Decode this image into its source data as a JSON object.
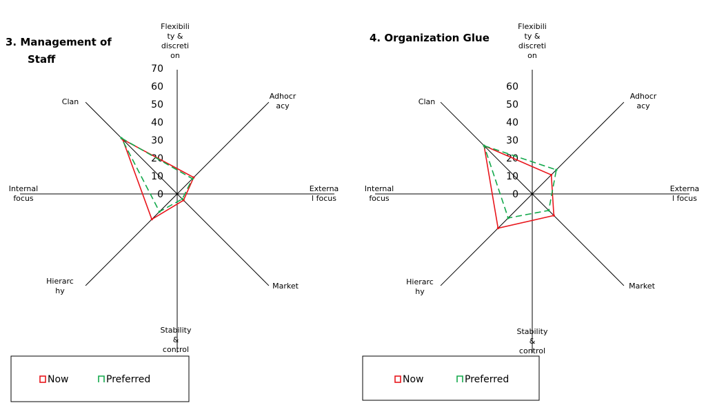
{
  "chart_data": [
    {
      "type": "radar",
      "title": "3. Management of Staff",
      "axes": [
        {
          "key": "flex",
          "label": [
            "Flexibili",
            "ty &",
            "discreti",
            "on"
          ],
          "angle": 90
        },
        {
          "key": "adhoc",
          "label": [
            "Adhocr",
            "acy"
          ],
          "angle": 45
        },
        {
          "key": "ext",
          "label": [
            "Externa",
            "l focus"
          ],
          "angle": 0
        },
        {
          "key": "market",
          "label": [
            "Market"
          ],
          "angle": -45
        },
        {
          "key": "stab",
          "label": [
            "Stability",
            "&",
            "control"
          ],
          "angle": -90
        },
        {
          "key": "hier",
          "label": [
            "Hierarc",
            "hy"
          ],
          "angle": -135
        },
        {
          "key": "int",
          "label": [
            "Internal",
            "focus"
          ],
          "angle": 180
        },
        {
          "key": "clan",
          "label": [
            "Clan"
          ],
          "angle": 135
        }
      ],
      "ticks": [
        0,
        10,
        20,
        30,
        40,
        50,
        60,
        70
      ],
      "rmax": 70,
      "series": [
        {
          "name": "Now",
          "color": "#e8151b",
          "dash": false,
          "points": [
            {
              "axis": "clan",
              "value": 43
            },
            {
              "axis": "adhoc",
              "value": 13
            },
            {
              "axis": "market",
              "value": 5
            },
            {
              "axis": "hier",
              "value": 20
            }
          ]
        },
        {
          "name": "Preferred",
          "color": "#12a84a",
          "dash": true,
          "points": [
            {
              "axis": "clan",
              "value": 44
            },
            {
              "axis": "adhoc",
              "value": 12
            },
            {
              "axis": "market",
              "value": 4
            },
            {
              "axis": "hier",
              "value": 14
            }
          ]
        }
      ],
      "legend": {
        "position": "bottom-left"
      }
    },
    {
      "type": "radar",
      "title": "4. Organization Glue",
      "axes": [
        {
          "key": "flex",
          "label": [
            "Flexibili",
            "ty &",
            "discreti",
            "on"
          ],
          "angle": 90
        },
        {
          "key": "adhoc",
          "label": [
            "Adhocr",
            "acy"
          ],
          "angle": 45
        },
        {
          "key": "ext",
          "label": [
            "Externa",
            "l focus"
          ],
          "angle": 0
        },
        {
          "key": "market",
          "label": [
            "Market"
          ],
          "angle": -45
        },
        {
          "key": "stab",
          "label": [
            "Stability",
            "&",
            "control"
          ],
          "angle": -90
        },
        {
          "key": "hier",
          "label": [
            "Hierarc",
            "hy"
          ],
          "angle": -135
        },
        {
          "key": "int",
          "label": [
            "Internal",
            "focus"
          ],
          "angle": 180
        },
        {
          "key": "clan",
          "label": [
            "Clan"
          ],
          "angle": 135
        }
      ],
      "ticks": [
        0,
        10,
        20,
        30,
        40,
        50,
        60
      ],
      "rmax": 60,
      "series": [
        {
          "name": "Now",
          "color": "#e8151b",
          "dash": false,
          "points": [
            {
              "axis": "clan",
              "value": 38
            },
            {
              "axis": "adhoc",
              "value": 15
            },
            {
              "axis": "market",
              "value": 17
            },
            {
              "axis": "hier",
              "value": 27
            }
          ]
        },
        {
          "name": "Preferred",
          "color": "#12a84a",
          "dash": true,
          "points": [
            {
              "axis": "clan",
              "value": 38
            },
            {
              "axis": "adhoc",
              "value": 19
            },
            {
              "axis": "market",
              "value": 13
            },
            {
              "axis": "hier",
              "value": 19
            }
          ]
        }
      ],
      "legend": {
        "position": "bottom-left"
      }
    }
  ]
}
